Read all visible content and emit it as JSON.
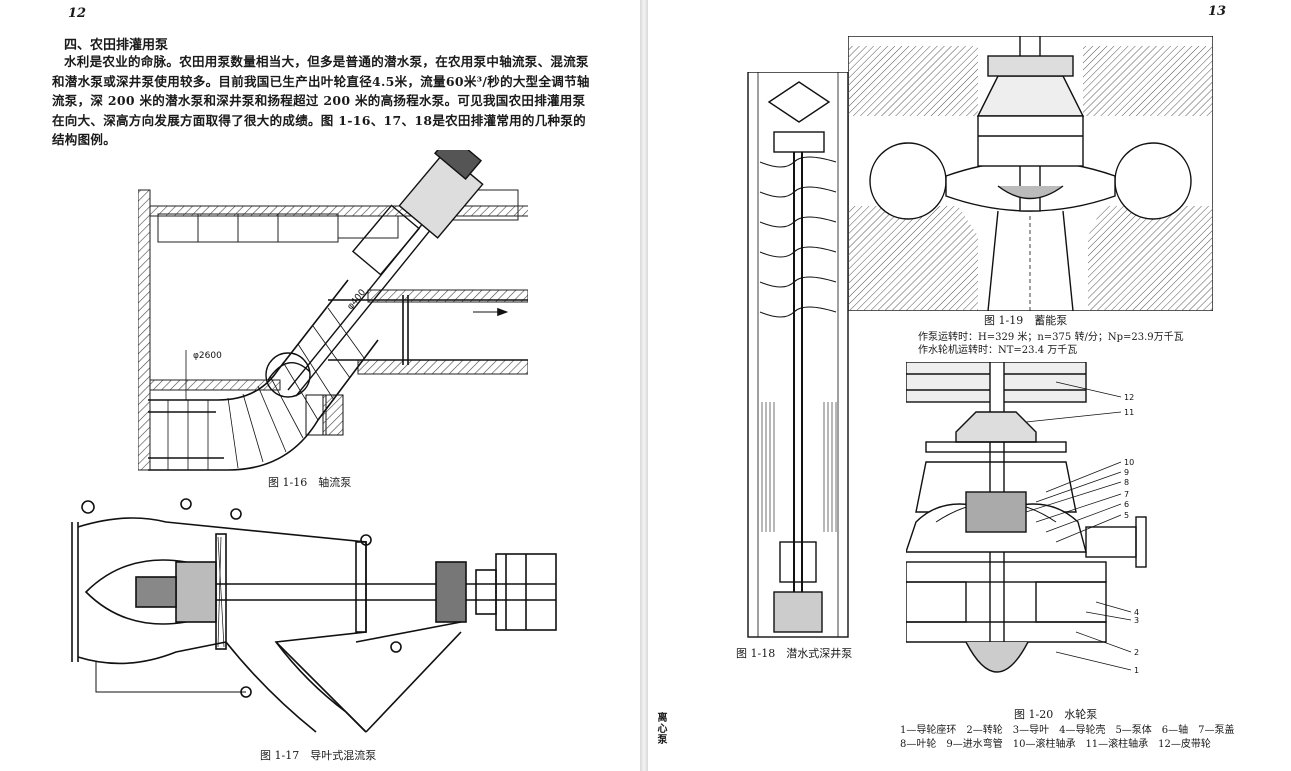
{
  "left_page": {
    "page_number": "12",
    "section_heading": "四、农田排灌用泵",
    "paragraph": "水利是农业的命脉。农田用泵数量相当大，但多是普通的潜水泵，在农用泵中轴流泵、混流泵和潜水泵或深井泵使用较多。目前我国已生产出叶轮直径4.5米，流量60米³/秒的大型全调节轴流泵，深 200 米的潜水泵和深井泵和扬程超过 200 米的高扬程水泵。可见我国农田排灌用泵在向大、深高方向发展方面取得了很大的成绩。图 1-16、17、18是农田排灌常用的几种泵的结构图例。",
    "fig16": {
      "caption": "图 1-16　轴流泵",
      "dim_a": "φ2600",
      "dim_b": "φ400"
    },
    "fig17": {
      "caption": "图 1-17　导叶式混流泵"
    }
  },
  "right_page": {
    "page_number": "13",
    "fig18": {
      "caption": "图 1-18　潜水式深井泵"
    },
    "fig19": {
      "caption": "图 1-19　蓄能泵",
      "note_line1": "作泵运转时：H=329 米；n=375 转/分；Np=23.9万千瓦",
      "note_line2": "作水轮机运转时：NT=23.4 万千瓦"
    },
    "fig20": {
      "caption": "图 1-20　水轮泵",
      "legend_line1": "1—导轮座环　2—转轮　3—导叶　4—导轮壳　5—泵体　6—轴　7—泵盖",
      "legend_line2": "8—叶轮　9—进水弯管　10—滚柱轴承　11—滚柱轴承　12—皮带轮",
      "labels": [
        "12",
        "11",
        "10",
        "9",
        "8",
        "7",
        "6",
        "5",
        "4",
        "3",
        "2",
        "1"
      ]
    },
    "margin_text": "离心泵"
  },
  "colors": {
    "ink": "#1a1a1a",
    "hatch": "#444444",
    "paper": "#ffffff"
  }
}
